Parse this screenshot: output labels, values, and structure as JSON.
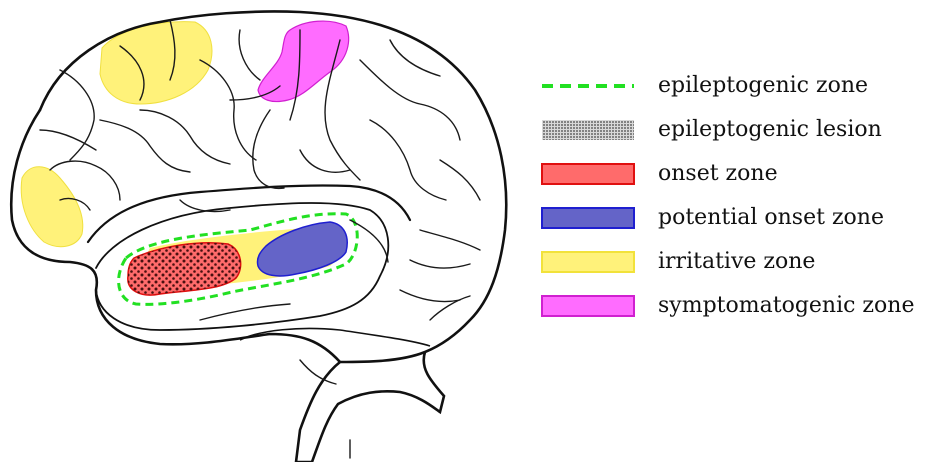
{
  "legend": {
    "items": [
      {
        "key": "epileptogenic",
        "label": "epileptogenic zone",
        "style": "dashed",
        "stroke": "#22e022"
      },
      {
        "key": "lesion",
        "label": "epileptogenic lesion",
        "style": "dots",
        "fill": "#555555"
      },
      {
        "key": "onset",
        "label": "onset zone",
        "fill": "#ff6b6b",
        "stroke": "#e01010"
      },
      {
        "key": "potential",
        "label": "potential onset zone",
        "fill": "#6464c8",
        "stroke": "#1f1fd0"
      },
      {
        "key": "irritative",
        "label": "irritative zone",
        "fill": "#fff27a",
        "stroke": "#f2e23a"
      },
      {
        "key": "symptomatogenic",
        "label": "symptomatogenic zone",
        "fill": "#ff6cff",
        "stroke": "#d020d0"
      }
    ]
  },
  "zones": {
    "irritative_color": "#fff27a",
    "symptomatogenic_color": "#ff6cff",
    "onset_color": "#ff6b6b",
    "potential_color": "#6464c8",
    "epileptogenic_color": "#22e022"
  }
}
